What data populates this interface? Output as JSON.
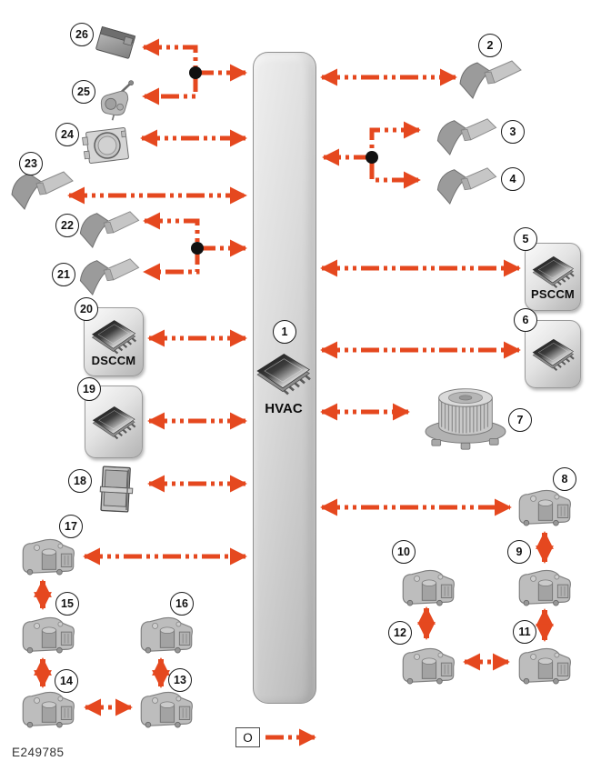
{
  "figure_id": "E249785",
  "hub": {
    "number": "1",
    "label": "HVAC"
  },
  "legend": {
    "symbol": "O"
  },
  "colors": {
    "arrow": "#E5481F",
    "junction_dot": "#111111",
    "bus_fill": "#CFCFCF",
    "badge_border": "#1A1A1A"
  },
  "nodes": {
    "n2": {
      "number": "2"
    },
    "n3": {
      "number": "3"
    },
    "n4": {
      "number": "4"
    },
    "n5": {
      "number": "5",
      "label": "PSCCM"
    },
    "n6": {
      "number": "6"
    },
    "n7": {
      "number": "7"
    },
    "n8": {
      "number": "8"
    },
    "n9": {
      "number": "9"
    },
    "n10": {
      "number": "10"
    },
    "n11": {
      "number": "11"
    },
    "n12": {
      "number": "12"
    },
    "n13": {
      "number": "13"
    },
    "n14": {
      "number": "14"
    },
    "n15": {
      "number": "15"
    },
    "n16": {
      "number": "16"
    },
    "n17": {
      "number": "17"
    },
    "n18": {
      "number": "18"
    },
    "n19": {
      "number": "19"
    },
    "n20": {
      "number": "20",
      "label": "DSCCM"
    },
    "n21": {
      "number": "21"
    },
    "n22": {
      "number": "22"
    },
    "n23": {
      "number": "23"
    },
    "n24": {
      "number": "24"
    },
    "n25": {
      "number": "25"
    },
    "n26": {
      "number": "26"
    }
  }
}
